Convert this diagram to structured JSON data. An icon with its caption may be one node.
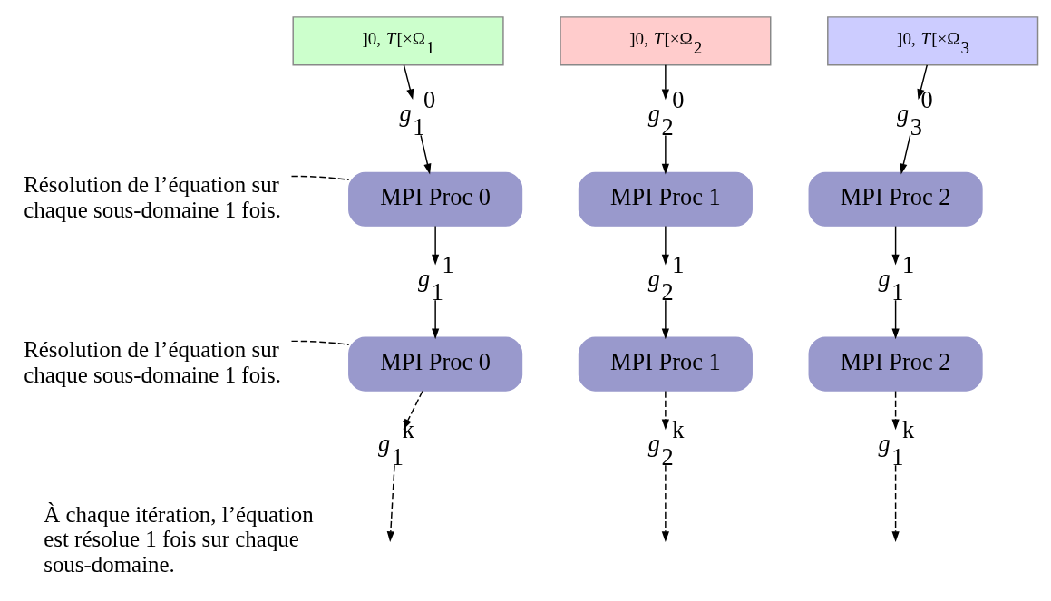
{
  "diagram": {
    "nodes": [
      {
        "text": [
          "]0, *T*[×Ω$_{1}$"
        ]
      },
      {
        "text": [
          "]0, *T*[×Ω$_{2}$"
        ]
      },
      {
        "text": [
          "]0, *T*[×Ω$_{3}$"
        ]
      },
      {
        "text": [
          "*g*$_{1}$$^{0}$"
        ]
      },
      {
        "text": [
          "*g*$_{2}$$^{0}$"
        ]
      },
      {
        "text": [
          "*g*$_{3}$$^{0}$"
        ]
      },
      {
        "text": [
          "Résolution de l’équation sur chaque sous-domaine 1 fois."
        ]
      },
      {
        "text": [
          "MPI Proc 0"
        ]
      },
      {
        "text": [
          "MPI Proc 1"
        ]
      },
      {
        "text": [
          "MPI Proc 2"
        ]
      },
      {
        "text": [
          "*g*$_{1}$$^{1}$"
        ]
      },
      {
        "text": [
          "*g*$_{2}$$^{1}$"
        ]
      },
      {
        "text": [
          "*g*$_{1}$$^{1}$"
        ]
      },
      {
        "text": [
          "Résolution de l’équation sur chaque sous-domaine 1 fois."
        ]
      },
      {
        "text": [
          "MPI Proc 0"
        ]
      },
      {
        "text": [
          "MPI Proc 1"
        ]
      },
      {
        "text": [
          "MPI Proc 2"
        ]
      },
      {
        "text": [
          "*g*$_{1}$$^{k}$"
        ]
      },
      {
        "text": [
          "*g*$_{2}$$^{k}$"
        ]
      },
      {
        "text": [
          "*g*$_{1}$$^{k}$"
        ]
      }
    ],
    "edges": [
      {
        "from": 0,
        "to": 3,
        "arrow": "to"
      },
      {
        "from": 1,
        "to": 4,
        "arrow": "to"
      },
      {
        "from": 2,
        "to": 5,
        "arrow": "to"
      },
      {
        "from": 3,
        "to": 7,
        "arrow": "to"
      },
      {
        "from": 4,
        "to": 8,
        "arrow": "to"
      },
      {
        "from": 5,
        "to": 9,
        "arrow": "to"
      },
      {
        "from": 6,
        "to": 7,
        "arrow": "none",
        "style": "dashed"
      },
      {
        "from": 7,
        "to": 10,
        "arrow": "to"
      },
      {
        "from": 8,
        "to": 11,
        "arrow": "to"
      },
      {
        "from": 9,
        "to": 12,
        "arrow": "to"
      },
      {
        "from": 10,
        "to": 14,
        "arrow": "to"
      },
      {
        "from": 11,
        "to": 15,
        "arrow": "to"
      },
      {
        "from": 12,
        "to": 16,
        "arrow": "to"
      },
      {
        "from": 13,
        "to": 14,
        "arrow": "none",
        "style": "dashed"
      },
      {
        "from": 14,
        "to": 17,
        "arrow": "to",
        "style": "dashed"
      },
      {
        "from": 15,
        "to": 18,
        "arrow": "to",
        "style": "dashed"
      },
      {
        "from": 16,
        "to": 19,
        "arrow": "to",
        "style": "dashed"
      },
      {
        "from": 17,
        "to": null,
        "arrow": "to",
        "style": "dashed"
      },
      {
        "from": 18,
        "to": null,
        "arrow": "to",
        "style": "dashed"
      },
      {
        "from": 19,
        "to": null,
        "arrow": "to",
        "style": "dashed"
      }
    ],
    "labels": [
      "À chaque itération, l’équation est résolue 1 fois sur chaque sous-domaine."
    ]
  }
}
